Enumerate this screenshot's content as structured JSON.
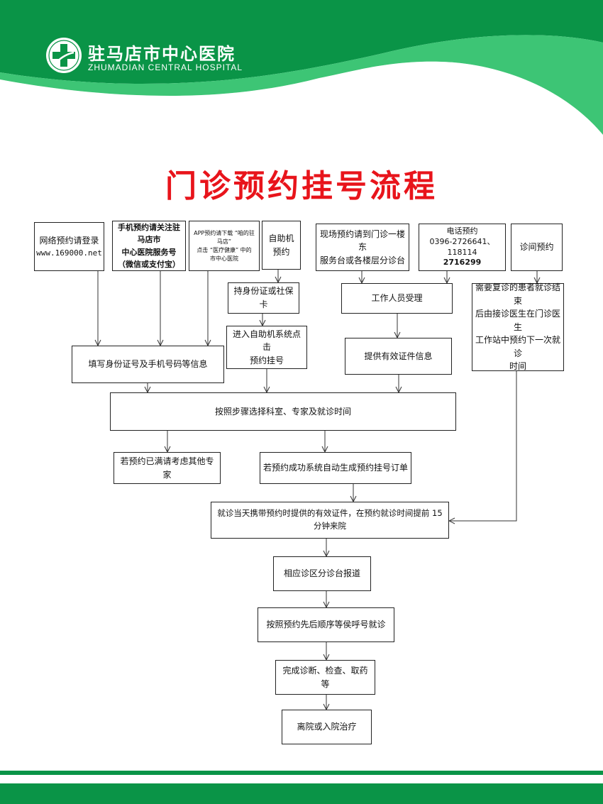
{
  "header": {
    "hospital_name_cn": "驻马店市中心医院",
    "hospital_name_en": "ZHUMADIAN CENTRAL HOSPITAL",
    "logo_icon": "hospital-cross-logo",
    "colors": {
      "brand_dark": "#0a9447",
      "brand_light": "#3dc575",
      "title_red": "#e8141b"
    }
  },
  "title": "门诊预约挂号流程",
  "channels": {
    "online": {
      "line1": "网络预约请登录",
      "line2": "www.169000.net"
    },
    "wechat": {
      "line1": "手机预约请关注驻马店市",
      "line2": "中心医院服务号",
      "line3": "（微信或支付宝）"
    },
    "app": {
      "line1": "APP预约请下载 “咱的驻马店”",
      "line2": "点击 “医疗健康” 中的",
      "line3": "市中心医院"
    },
    "kiosk": {
      "line1": "自助机",
      "line2": "预约"
    },
    "onsite": {
      "line1": "现场预约请到门诊一楼东",
      "line2": "服务台或各楼层分诊台"
    },
    "phone": {
      "line1": "电话预约",
      "line2": "0396-2726641、118114",
      "line3": "2716299"
    },
    "clinic": {
      "line1": "诊间预约"
    }
  },
  "steps": {
    "id_card": "持身份证或社保卡",
    "kiosk_system": {
      "line1": "进入自助机系统点击",
      "line2": "预约挂号"
    },
    "staff": "工作人员受理",
    "provide_id": "提供有效证件信息",
    "fill_info": "填写身份证号及手机号码等信息",
    "revisit": {
      "line1": "需要复诊的患者就诊结束",
      "line2": "后由接诊医生在门诊医生",
      "line3": "工作站中预约下一次就诊",
      "line4": "时间"
    },
    "select": "按照步骤选择科室、专家及就诊时间",
    "full": "若预约已满请考虑其他专家",
    "success": "若预约成功系统自动生成预约挂号订单",
    "arrive": "就诊当天携带预约时提供的有效证件，在预约就诊时间提前 15 分钟来院",
    "report": "相应诊区分诊台报道",
    "wait": "按照预约先后顺序等侯呼号就诊",
    "complete": "完成诊断、检查、取药等",
    "leave": "离院或入院治疗"
  }
}
